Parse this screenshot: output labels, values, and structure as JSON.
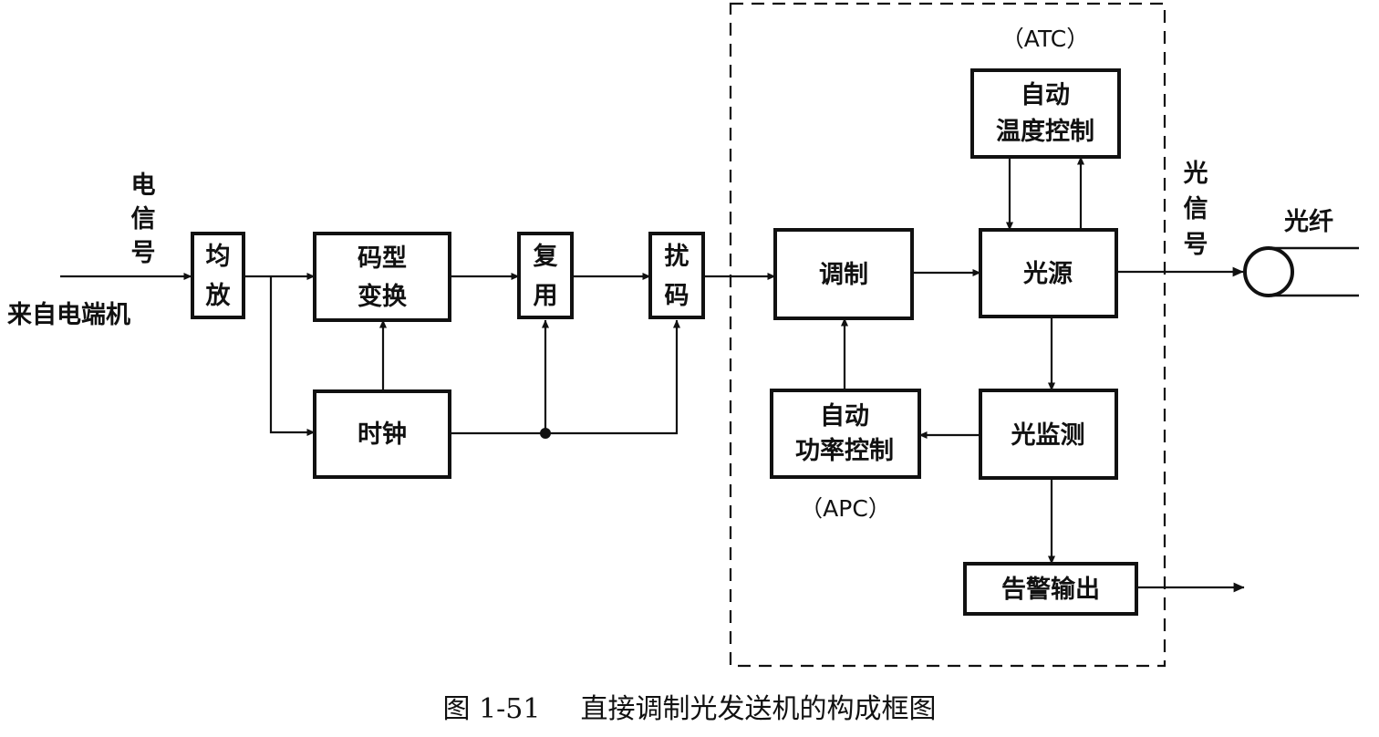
{
  "blocks": {
    "equalizer": [
      "均",
      "放"
    ],
    "code_conversion": [
      "码型",
      "变换"
    ],
    "clock": "时钟",
    "multiplexer": [
      "复",
      "用"
    ],
    "scrambler": [
      "扰",
      "码"
    ],
    "modulator": "调制",
    "light_source": "光源",
    "atc": [
      "自动",
      "温度控制"
    ],
    "apc": [
      "自动",
      "功率控制"
    ],
    "light_monitor": "光监测",
    "alarm_output": "告警输出"
  },
  "labels": {
    "electric_signal": [
      "电",
      "信",
      "号"
    ],
    "from_terminal": "来自电端机",
    "optical_signal": [
      "光",
      "信",
      "号"
    ],
    "fiber": "光纤",
    "atc_abbr": "（ATC）",
    "apc_abbr": "（APC）"
  },
  "caption": {
    "number": "图 1-51",
    "title": "直接调制光发送机的构成框图"
  }
}
